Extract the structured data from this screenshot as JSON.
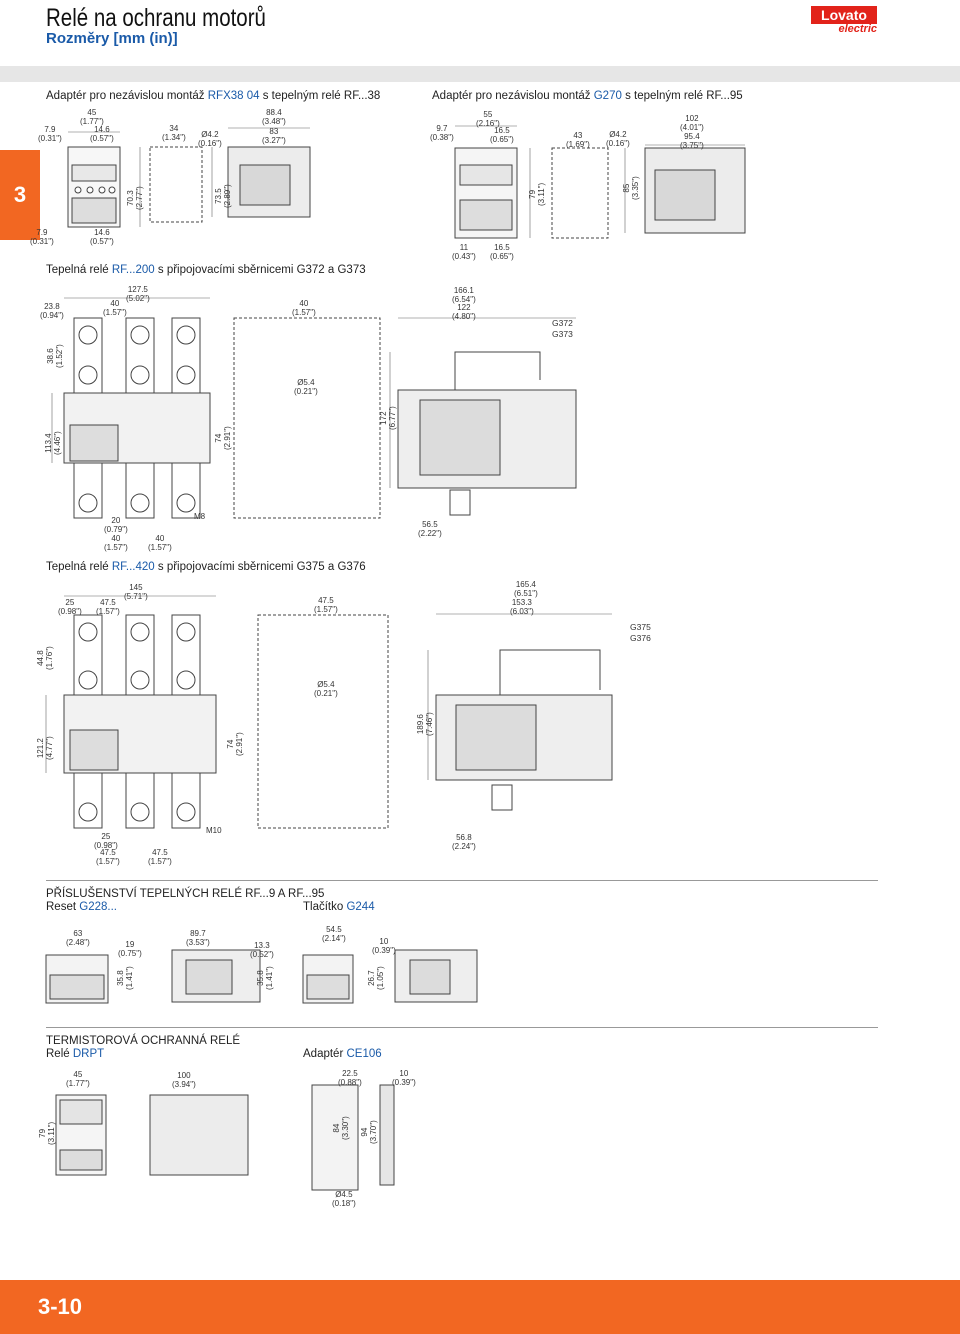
{
  "header": {
    "title": "Relé na ochranu motorů",
    "subtitle": "Rozměry [mm (in)]",
    "logo": "Lovato",
    "logo_sub": "electric",
    "section_tab": "3"
  },
  "footer": {
    "page": "3-10"
  },
  "colors": {
    "accent_blue": "#1a5aa8",
    "brand_orange": "#f26722",
    "logo_red": "#e2231a"
  },
  "sections": {
    "rfx38_adapter": {
      "prefix": "Adaptér pro nezávislou montáž ",
      "code": "RFX38 04",
      "suffix": " s tepelným relé RF...38"
    },
    "g270_adapter": {
      "prefix": "Adaptér pro nezávislou montáž ",
      "code": "G270",
      "suffix": " s tepelným relé RF...95"
    },
    "rf200": {
      "prefix": "Tepelná relé ",
      "code": "RF...200",
      "suffix": " s připojovacími sběrnicemi G372 a G373"
    },
    "rf420": {
      "prefix": "Tepelná relé ",
      "code": "RF...420",
      "suffix": " s připojovacími sběrnicemi G375 a G376"
    },
    "accessories": {
      "title": "PŘÍSLUŠENSTVÍ TEPELNÝCH RELÉ RF...9 A RF...95"
    },
    "reset": {
      "prefix": "Reset ",
      "code": "G228..."
    },
    "button": {
      "prefix": "Tlačítko ",
      "code": "G244"
    },
    "thermistor": {
      "title": "TERMISTOROVÁ OCHRANNÁ RELÉ",
      "prefix": "Relé ",
      "code": "DRPT"
    },
    "adapter_ce": {
      "prefix": "Adaptér ",
      "code": "CE106"
    }
  },
  "codes": {
    "g372": "G372",
    "g373": "G373",
    "g375": "G375",
    "g376": "G376"
  },
  "dims": {
    "s1_45": "45\n(1.77\")",
    "s1_79": "7.9\n(0.31\")",
    "s1_146": "14.6\n(0.57\")",
    "s1_34": "34\n(1.34\")",
    "s1_d42": "Ø4.2\n(0.16\")",
    "s1_884": "88.4\n(3.48\")",
    "s1_83": "83\n(3.27\")",
    "s1_703": "70.3\n(2.77\")",
    "s1_735": "73.5\n(2.89\")",
    "s1_79b": "7.9\n(0.31\")",
    "s1_146b": "14.6\n(0.57\")",
    "s2_97": "9.7\n(0.38\")",
    "s2_55": "55\n(2.16\")",
    "s2_165": "16.5\n(0.65\")",
    "s2_43": "43\n(1.69\")",
    "s2_d42": "Ø4.2\n(0.16\")",
    "s2_102": "102\n(4.01\")",
    "s2_954": "95.4\n(3.75\")",
    "s2_79": "79\n(3.11\")",
    "s2_85": "85\n(3.35\")",
    "s2_11": "11\n(0.43\")",
    "s2_165b": "16.5\n(0.65\")",
    "s3_238": "23.8\n(0.94\")",
    "s3_1275": "127.5\n(5.02\")",
    "s3_40a": "40\n(1.57\")",
    "s3_40b": "40\n(1.57\")",
    "s3_386": "38.6\n(1.52\")",
    "s3_1134": "113.4\n(4.46\")",
    "s3_74": "74\n(2.91\")",
    "s3_d54": "Ø5.4\n(0.21\")",
    "s3_1661": "166.1\n(6.54\")",
    "s3_122": "122\n(4.80\")",
    "s3_172": "172\n(6.77\")",
    "s3_20": "20\n(0.79\")",
    "s3_40c": "40\n(1.57\")",
    "s3_40d": "40\n(1.57\")",
    "s3_m8": "M8",
    "s3_565": "56.5\n(2.22\")",
    "s4_145": "145\n(5.71\")",
    "s4_25": "25\n(0.98\")",
    "s4_475a": "47.5\n(1.57\")",
    "s4_475b": "47.5\n(1.57\")",
    "s4_448": "44.8\n(1.76\")",
    "s4_1212": "121.2\n(4.77\")",
    "s4_74": "74\n(2.91\")",
    "s4_d54": "Ø5.4\n(0.21\")",
    "s4_1654": "165.4\n(6.51\")",
    "s4_1533": "153.3\n(6.03\")",
    "s4_1896": "189.6\n(7.46\")",
    "s4_25b": "25\n(0.98\")",
    "s4_475c": "47.5\n(1.57\")",
    "s4_475d": "47.5\n(1.57\")",
    "s4_m10": "M10",
    "s4_568": "56.8\n(2.24\")",
    "r_63": "63\n(2.48\")",
    "r_19": "19\n(0.75\")",
    "r_897": "89.7\n(3.53\")",
    "r_133": "13.3\n(0.52\")",
    "r_358a": "35.8\n(1.41\")",
    "r_358b": "35.8\n(1.41\")",
    "b_545": "54.5\n(2.14\")",
    "b_10": "10\n(0.39\")",
    "b_267": "26.7\n(1.05\")",
    "t_45": "45\n(1.77\")",
    "t_100": "100\n(3.94\")",
    "t_79": "79\n(3.11\")",
    "c_225": "22.5\n(0.88\")",
    "c_10": "10\n(0.39\")",
    "c_84": "84\n(3.30\")",
    "c_94": "94\n(3.70\")",
    "c_d45": "Ø4.5\n(0.18\")"
  }
}
